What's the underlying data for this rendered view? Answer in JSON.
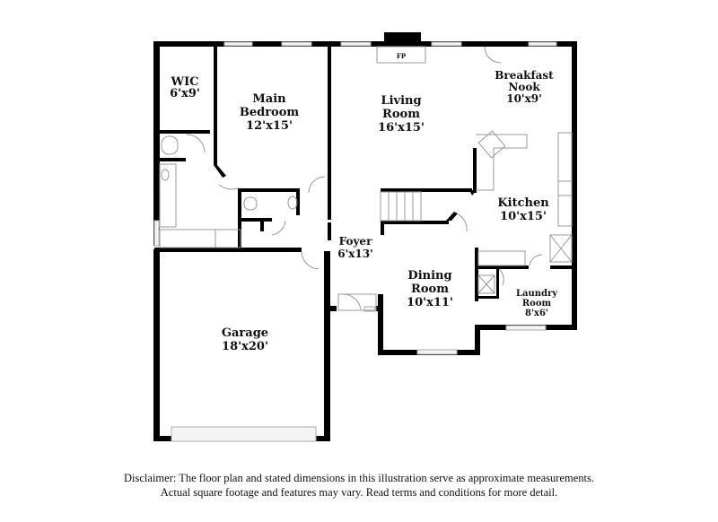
{
  "rooms": [
    {
      "name": "WIC",
      "size": "6'x9'"
    },
    {
      "name_lines": [
        "Main",
        "Bedroom"
      ],
      "size": "12'x15'"
    },
    {
      "name_lines": [
        "Living",
        "Room"
      ],
      "size": "16'x15'"
    },
    {
      "name_lines": [
        "Breakfast",
        "Nook"
      ],
      "size": "10'x9'"
    },
    {
      "name": "Kitchen",
      "size": "10'x15'"
    },
    {
      "name": "Foyer",
      "size": "6'x13'"
    },
    {
      "name_lines": [
        "Dining",
        "Room"
      ],
      "size": "10'x11'"
    },
    {
      "name_lines": [
        "Laundry",
        "Room"
      ],
      "size": "8'x6'"
    },
    {
      "name": "Garage",
      "size": "18'x20'"
    }
  ],
  "fireplace_label": "FP",
  "disclaimer": {
    "line1": "Disclaimer: The floor plan and stated dimensions in this illustration serve as approximate measurements.",
    "line2": "Actual square footage and features may vary. Read terms and conditions for more detail."
  },
  "colors": {
    "wall": "#000000",
    "fixture": "#999999",
    "window": "#cccccc"
  }
}
